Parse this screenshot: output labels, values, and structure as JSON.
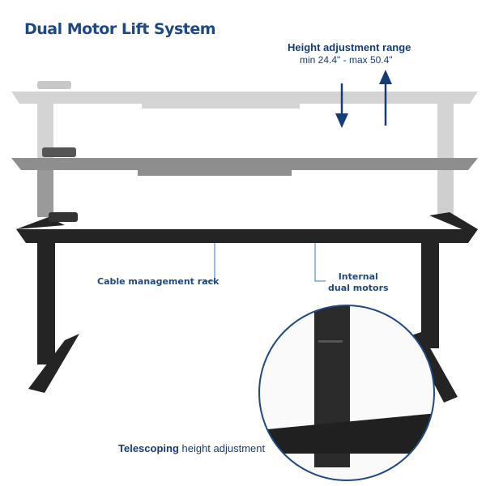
{
  "title": "Dual Motor Lift System",
  "height_range": {
    "title": "Height adjustment range",
    "value": "min 24.4\" - max 50.4\""
  },
  "callouts": {
    "cable": "Cable management rack",
    "motor_line1": "Internal",
    "motor_line2": "dual motors",
    "telescoping_bold": "Telescoping",
    "telescoping_rest": " height adjustment"
  },
  "colors": {
    "accent": "#1d4a85",
    "frame": "#222222"
  }
}
